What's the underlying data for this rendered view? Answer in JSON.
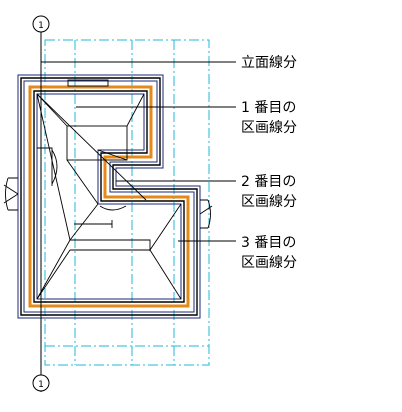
{
  "annotations": {
    "elevation_line": "立面線分",
    "segment_1_line1": "1 番目の",
    "segment_1_line2": "区画線分",
    "segment_2_line1": "2 番目の",
    "segment_2_line2": "区画線分",
    "segment_3_line1": "3 番目の",
    "segment_3_line2": "区画線分"
  },
  "markers": {
    "top": "1",
    "bottom": "1"
  },
  "colors": {
    "grid": "#20b8d8",
    "wall_outline": "#1a2a7a",
    "wall_fill": "#e58a18",
    "line": "#000000"
  }
}
